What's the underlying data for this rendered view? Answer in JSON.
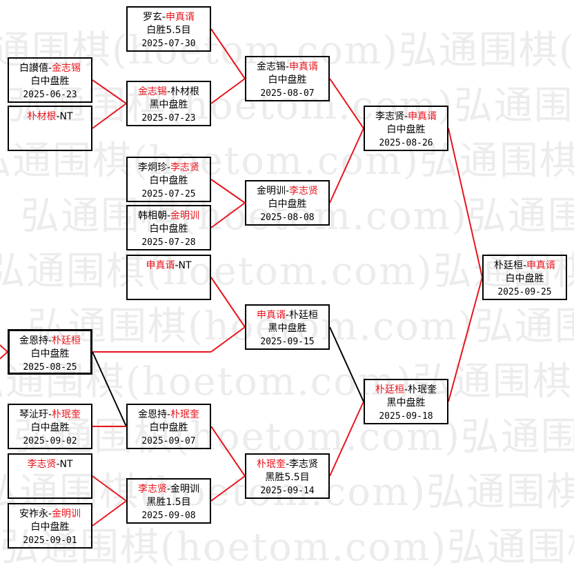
{
  "watermark": "弘通围棋(hoetom.com)",
  "colors": {
    "winner": "#e8141c",
    "line_win": "#e8141c",
    "line_other": "#000000"
  },
  "matches": [
    {
      "id": "m1",
      "p1": "罗玄",
      "p2": "申真谞",
      "winner": 2,
      "result": "白胜5.5目",
      "date": "2025-07-30"
    },
    {
      "id": "m2",
      "p1": "白讃僖",
      "p2": "金志锡",
      "winner": 2,
      "result": "白中盘胜",
      "date": "2025-06-23"
    },
    {
      "id": "m3",
      "p1": "金志锡",
      "p2": "朴材根",
      "winner": 1,
      "result": "黑中盘胜",
      "date": "2025-07-23"
    },
    {
      "id": "m4",
      "p1": "朴材根",
      "p2": "NT",
      "winner": 1,
      "result": "",
      "date": ""
    },
    {
      "id": "m5",
      "p1": "金志锡",
      "p2": "申真谞",
      "winner": 2,
      "result": "白中盘胜",
      "date": "2025-08-07"
    },
    {
      "id": "m6",
      "p1": "李志贤",
      "p2": "申真谞",
      "winner": 2,
      "result": "白中盘胜",
      "date": "2025-08-26"
    },
    {
      "id": "m7",
      "p1": "李炯珍",
      "p2": "李志贤",
      "winner": 2,
      "result": "白中盘胜",
      "date": "2025-07-25"
    },
    {
      "id": "m8",
      "p1": "韩相朝",
      "p2": "金明训",
      "winner": 2,
      "result": "白中盘胜",
      "date": "2025-07-28"
    },
    {
      "id": "m9",
      "p1": "金明训",
      "p2": "李志贤",
      "winner": 2,
      "result": "白中盘胜",
      "date": "2025-08-08"
    },
    {
      "id": "m10",
      "p1": "申真谞",
      "p2": "NT",
      "winner": 1,
      "result": "",
      "date": ""
    },
    {
      "id": "m11",
      "p1": "申真谞",
      "p2": "朴廷桓",
      "winner": 1,
      "result": "黑中盘胜",
      "date": "2025-09-15"
    },
    {
      "id": "m12",
      "p1": "金恩持",
      "p2": "朴廷桓",
      "winner": 2,
      "result": "白中盘胜",
      "date": "2025-08-25"
    },
    {
      "id": "m13",
      "p1": "朴廷桓",
      "p2": "申真谞",
      "winner": 2,
      "result": "白中盘胜",
      "date": "2025-09-25"
    },
    {
      "id": "m14",
      "p1": "朴廷桓",
      "p2": "朴珉奎",
      "winner": 1,
      "result": "黑中盘胜",
      "date": "2025-09-18"
    },
    {
      "id": "m15",
      "p1": "琴沚玗",
      "p2": "朴珉奎",
      "winner": 2,
      "result": "白中盘胜",
      "date": "2025-09-02"
    },
    {
      "id": "m16",
      "p1": "金恩持",
      "p2": "朴珉奎",
      "winner": 2,
      "result": "白中盘胜",
      "date": "2025-09-07"
    },
    {
      "id": "m17",
      "p1": "朴珉奎",
      "p2": "李志贤",
      "winner": 1,
      "result": "黑胜5.5目",
      "date": "2025-09-14"
    },
    {
      "id": "m18",
      "p1": "李志贤",
      "p2": "NT",
      "winner": 1,
      "result": "",
      "date": ""
    },
    {
      "id": "m19",
      "p1": "李志贤",
      "p2": "金明训",
      "winner": 1,
      "result": "黑胜1.5目",
      "date": "2025-09-08"
    },
    {
      "id": "m20",
      "p1": "安祚永",
      "p2": "金明训",
      "winner": 2,
      "result": "白中盘胜",
      "date": "2025-09-01"
    }
  ]
}
